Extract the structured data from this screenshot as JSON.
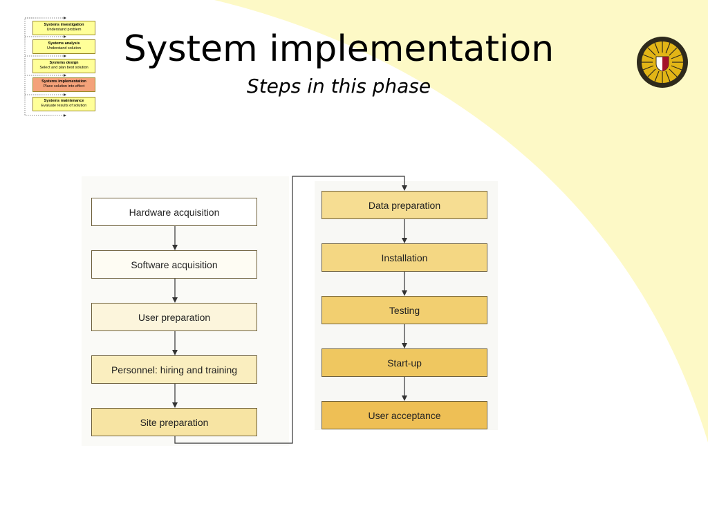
{
  "slide": {
    "title": "System implementation",
    "subtitle": "Steps in this phase"
  },
  "phase_nav": [
    {
      "heading": "Systems investigation",
      "desc": "Understand problem",
      "active": false
    },
    {
      "heading": "Systems analysis",
      "desc": "Understand solution",
      "active": false
    },
    {
      "heading": "Systems design",
      "desc": "Select and plan best solution",
      "active": false
    },
    {
      "heading": "Systems implementation",
      "desc": "Place solution into effect",
      "active": true
    },
    {
      "heading": "Systems maintenance",
      "desc": "Evaluate results of solution",
      "active": false
    }
  ],
  "steps_left": [
    "Hardware acquisition",
    "Software acquisition",
    "User preparation",
    "Personnel: hiring and training",
    "Site preparation"
  ],
  "steps_right": [
    "Data preparation",
    "Installation",
    "Testing",
    "Start-up",
    "User acceptance"
  ],
  "colors": {
    "background_curve": "#fdf9c6",
    "nav_box": "#ffff99",
    "nav_active": "#f4a27a",
    "step_shades": [
      "#ffffff",
      "#fefcf3",
      "#fcf5dc",
      "#faeebf",
      "#f7e4a3",
      "#f6dd92",
      "#f4d783",
      "#f2cf70",
      "#efc760",
      "#eebf55"
    ]
  }
}
